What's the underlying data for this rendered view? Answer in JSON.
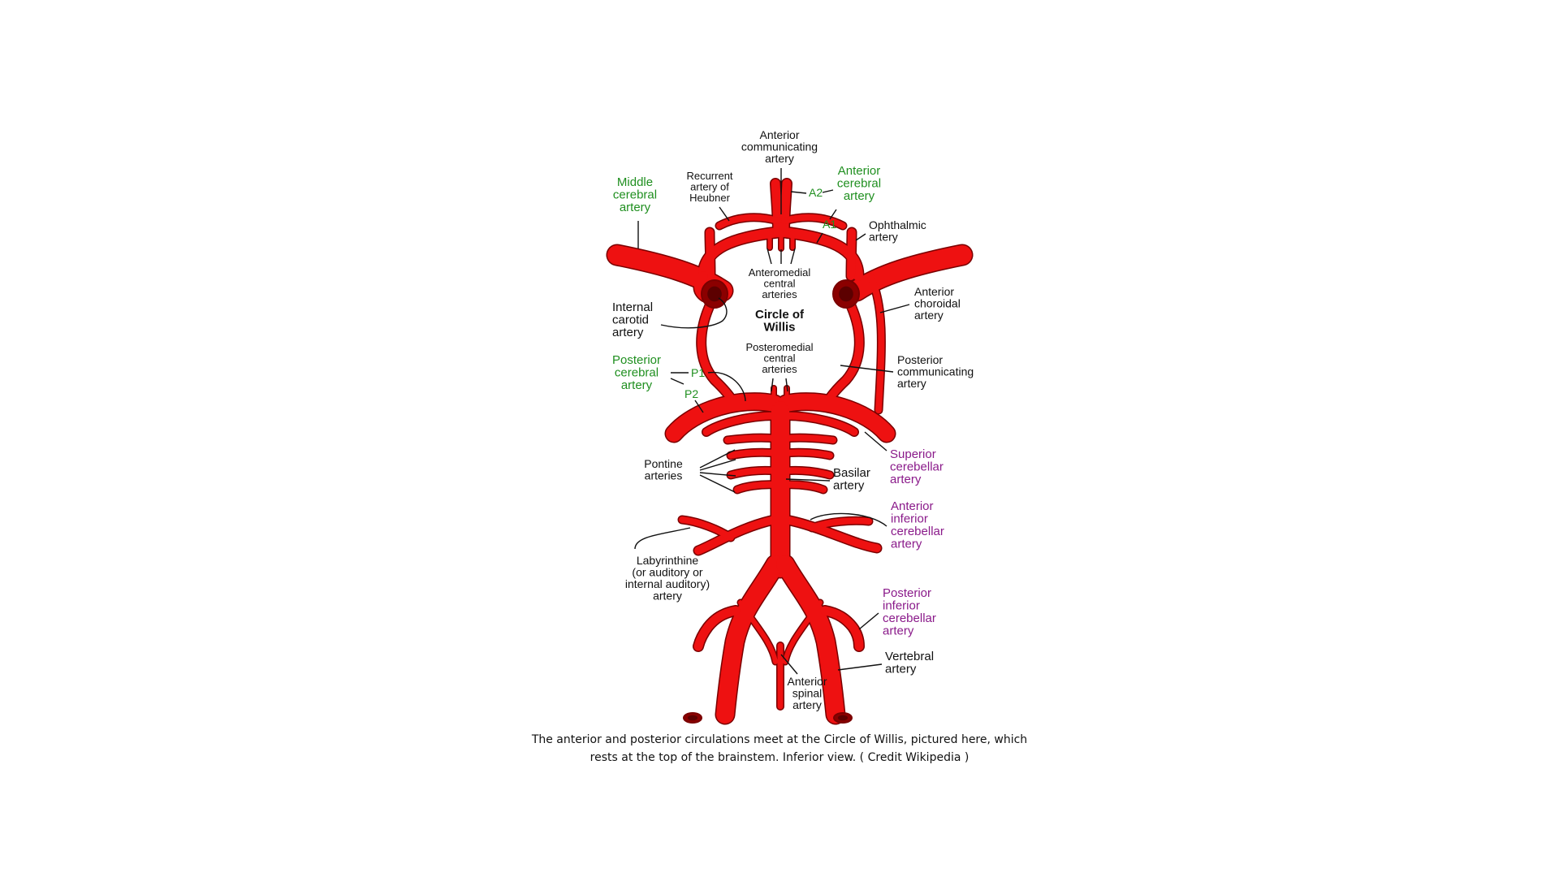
{
  "colors": {
    "artery": "#ee1111",
    "artery_outline": "#7a0000",
    "vessel_end": "#8b0000",
    "anterior_label": "#1f8f1f",
    "posterior_label": "#8a1a8a"
  },
  "labels": {
    "anterior_communicating": [
      "Anterior",
      "communicating",
      "artery"
    ],
    "recurrent_heubner": [
      "Recurrent",
      "artery of",
      "Heubner"
    ],
    "middle_cerebral": [
      "Middle",
      "cerebral",
      "artery"
    ],
    "anterior_cerebral": [
      "Anterior",
      "cerebral",
      "artery"
    ],
    "a2": "A2",
    "a1": "A1",
    "ophthalmic": [
      "Ophthalmic",
      "artery"
    ],
    "anteromedial": [
      "Anteromedial",
      "central",
      "arteries"
    ],
    "anterior_choroidal": [
      "Anterior",
      "choroidal",
      "artery"
    ],
    "internal_carotid": [
      "Internal",
      "carotid",
      "artery"
    ],
    "circle_of_willis": [
      "Circle of",
      "Willis"
    ],
    "posteromedial": [
      "Posteromedial",
      "central",
      "arteries"
    ],
    "posterior_communicating": [
      "Posterior",
      "communicating",
      "artery"
    ],
    "posterior_cerebral": [
      "Posterior",
      "cerebral",
      "artery"
    ],
    "p1": "P1",
    "p2": "P2",
    "superior_cerebellar": [
      "Superior",
      "cerebellar",
      "artery"
    ],
    "pontine": [
      "Pontine",
      "arteries"
    ],
    "basilar": [
      "Basilar",
      "artery"
    ],
    "anterior_inferior_cerebellar": [
      "Anterior",
      "inferior",
      "cerebellar",
      "artery"
    ],
    "labyrinthine": [
      "Labyrinthine",
      "(or auditory or",
      "internal auditory)",
      "artery"
    ],
    "posterior_inferior_cerebellar": [
      "Posterior",
      "inferior",
      "cerebellar",
      "artery"
    ],
    "vertebral": [
      "Vertebral",
      "artery"
    ],
    "anterior_spinal": [
      "Anterior",
      "spinal",
      "artery"
    ]
  },
  "caption": [
    "The anterior and posterior circulations meet at the Circle of Willis, pictured here, which",
    "rests at the top of the brainstem. Inferior view. ( Credit Wikipedia )"
  ]
}
